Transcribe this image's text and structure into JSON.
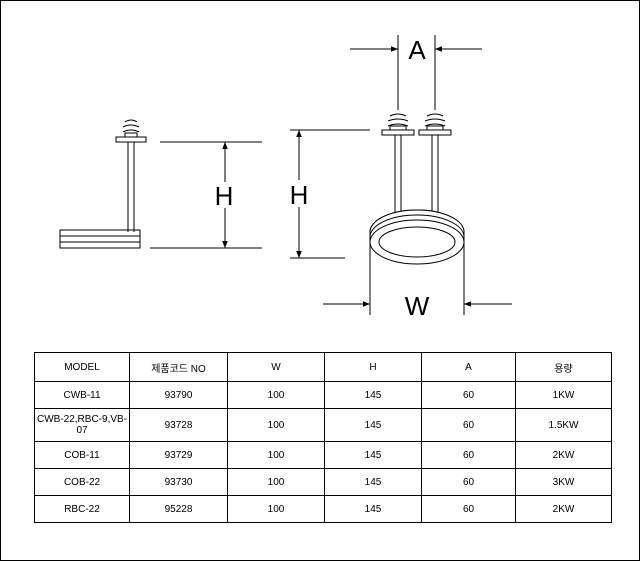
{
  "diagram": {
    "labels": {
      "a": "A",
      "h_left": "H",
      "h_right": "H",
      "w": "W"
    }
  },
  "table": {
    "headers": [
      "MODEL",
      "제품코드 NO",
      "W",
      "H",
      "A",
      "용량"
    ],
    "rows": [
      [
        "CWB-11",
        "93790",
        "100",
        "145",
        "60",
        "1KW"
      ],
      [
        "CWB-22,RBC-9,VB-07",
        "93728",
        "100",
        "145",
        "60",
        "1.5KW"
      ],
      [
        "COB-11",
        "93729",
        "100",
        "145",
        "60",
        "2KW"
      ],
      [
        "COB-22",
        "93730",
        "100",
        "145",
        "60",
        "3KW"
      ],
      [
        "RBC-22",
        "95228",
        "100",
        "145",
        "60",
        "2KW"
      ]
    ]
  }
}
